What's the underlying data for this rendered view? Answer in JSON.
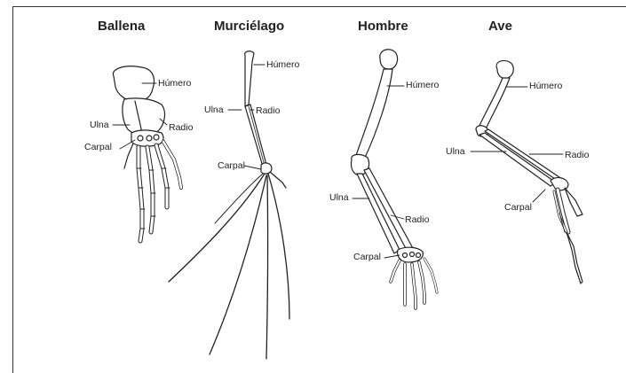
{
  "titles": {
    "whale": "Ballena",
    "bat": "Murciélago",
    "human": "Hombre",
    "bird": "Ave"
  },
  "labels": {
    "humerus": "Húmero",
    "ulna": "Ulna",
    "radius": "Radio",
    "carpal": "Carpal"
  }
}
